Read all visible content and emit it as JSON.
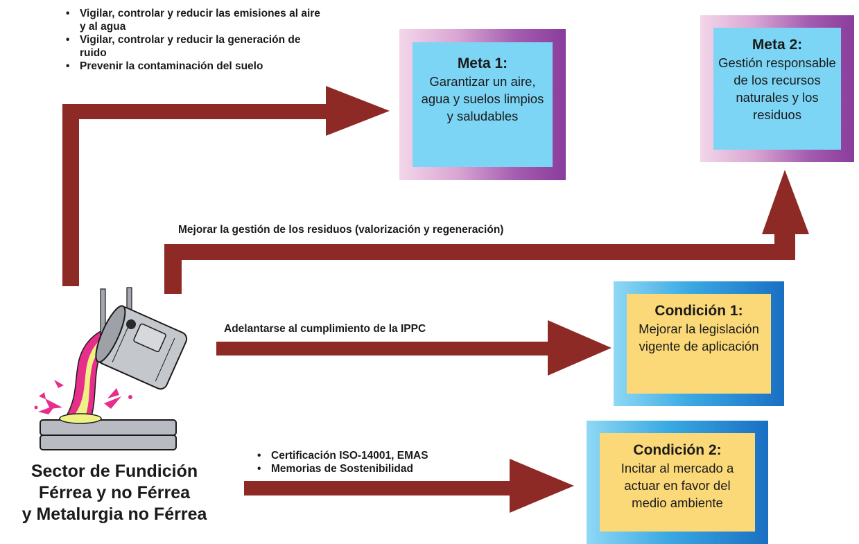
{
  "goals": [
    {
      "title": "Meta 1:",
      "text": "Garantizar un aire, agua y suelos limpios y saludables"
    },
    {
      "title": "Meta 2:",
      "text": "Gestión responsable de los recursos naturales y los residuos"
    }
  ],
  "conditions": [
    {
      "title": "Condición 1:",
      "text": "Mejorar la legislación vigente de aplicación"
    },
    {
      "title": "Condición 2:",
      "text": "Incitar al mercado a actuar en favor del medio ambiente"
    }
  ],
  "paths": {
    "top_bullets": [
      "Vigilar, controlar y reducir las emisiones al aire y al agua",
      "Vigilar, controlar y reducir la generación de ruido",
      "Prevenir la contaminación del suelo"
    ],
    "residuos_label": "Mejorar la gestión de los residuos (valorización y regeneración)",
    "ippc_label": "Adelantarse al cumplimiento de la IPPC",
    "bottom_bullets": [
      "Certificación ISO-14001, EMAS",
      "Memorias de Sostenibilidad"
    ]
  },
  "sector": {
    "line1": "Sector de Fundición",
    "line2": "Férrea y no Férrea",
    "line3": "y Metalurgia no Férrea"
  },
  "colors": {
    "arrow": "#8e2a25",
    "meta_fill": "#7dd5f6",
    "condition_fill": "#fcd978",
    "meta_frame": "#8a3c9c",
    "condition_frame": "#1a6fc3"
  }
}
